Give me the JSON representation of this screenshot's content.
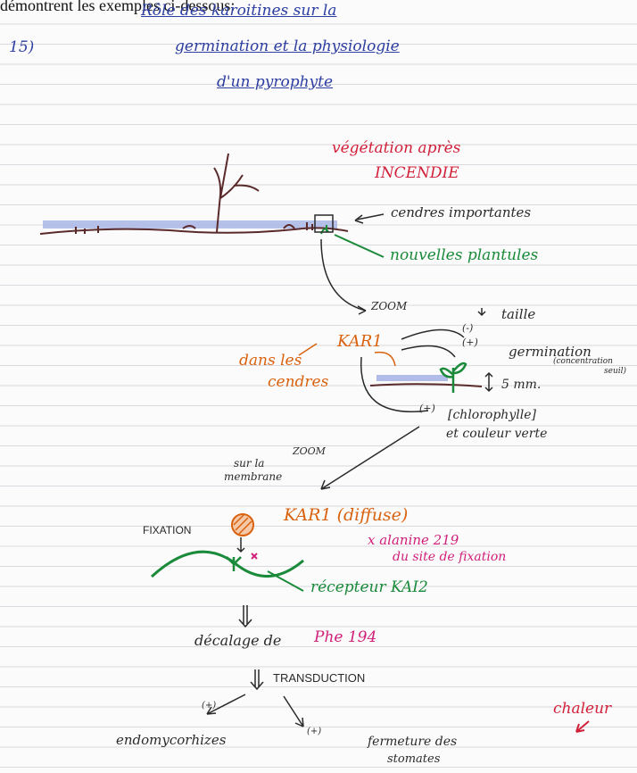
{
  "header": {
    "top_line": "démontrent les exemples ci-dessous:",
    "number": "15)",
    "title_lines": [
      "Rôle des karoitines sur la",
      "germination et la physiologie",
      "d'un pyrophyte"
    ]
  },
  "labels": {
    "veg_line1": "végétation après",
    "veg_line2": "INCENDIE",
    "cendres": "cendres importantes",
    "plantules": "nouvelles plantules",
    "zoom1": "ZOOM",
    "taille": "taille",
    "minus": "(-)",
    "plus1": "(+)",
    "kar1": "KAR1",
    "dans_les": "dans les",
    "cendres2": "cendres",
    "germination": "germination",
    "concentration": "(concentration",
    "seuil": "seuil)",
    "mm": "5 mm.",
    "plus2": "(+)",
    "chlorophylle": "[chlorophylle]",
    "couleur": "et couleur verte",
    "zoom2": "ZOOM",
    "sur_la": "sur la",
    "membrane": "membrane",
    "fixation": "FIXATION",
    "kar1_diffuse": "KAR1 (diffuse)",
    "alanine1": "x alanine 219",
    "alanine2": "du site de fixation",
    "recepteur": "récepteur KAI2",
    "decalage": "décalage de",
    "phe": "Phe 194",
    "transduction": "TRANSDUCTION",
    "plus3": "(+)",
    "endo": "endomycorhizes",
    "plus4": "(+)",
    "fermeture": "fermeture des",
    "stomates": "stomates",
    "chaleur": "chaleur"
  },
  "colors": {
    "title_blue": "#2d3ea0",
    "red": "#d1213a",
    "green": "#1b8a3a",
    "orange": "#d9620f",
    "magenta": "#d0207a",
    "ash_blue": "#a9b6e6",
    "ink": "#2a2a2a",
    "soil_brown": "#5a2a2a"
  }
}
